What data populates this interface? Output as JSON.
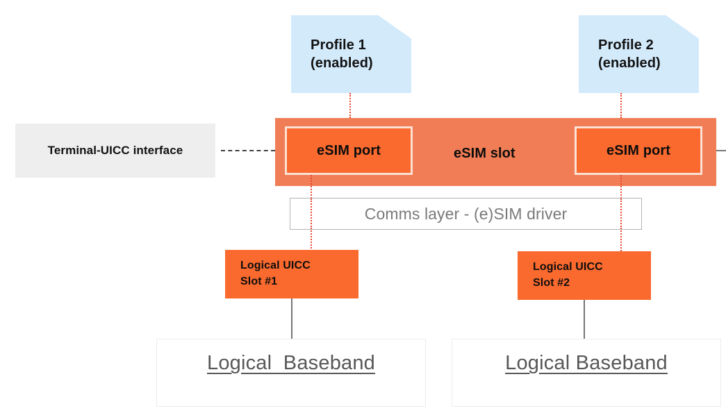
{
  "diagram": {
    "title": "eSIM slot with two eSIM ports mapped to logical UICC slots and basebands",
    "colors": {
      "profile_fill": "#d3eafb",
      "slot_band_fill": "#f07d55",
      "port_fill": "#fa6a2e",
      "port_border": "#fbe0d4",
      "terminal_fill": "#eeeeee",
      "uicc_fill": "#fa6a2e",
      "comms_border": "#b3b3b3",
      "comms_text": "#7a7a7a",
      "baseband_text": "#575757",
      "baseband_border": "#ececec",
      "dotted_connector": "#e8442e",
      "dashed_connector": "#3c3c3c",
      "solid_connector": "#767676"
    },
    "profiles": [
      {
        "label": "Profile 1\n(enabled)",
        "state": "enabled"
      },
      {
        "label": "Profile 2\n(enabled)",
        "state": "enabled"
      }
    ],
    "terminal_interface": {
      "label": "Terminal-UICC interface"
    },
    "slot": {
      "label": "eSIM slot",
      "ports": [
        {
          "label": "eSIM port"
        },
        {
          "label": "eSIM port"
        }
      ]
    },
    "comms_layer": {
      "label": "Comms layer - (e)SIM driver"
    },
    "uicc_slots": [
      {
        "label": "Logical UICC\nSlot #1"
      },
      {
        "label": "Logical UICC\nSlot #2"
      }
    ],
    "basebands": [
      {
        "label": "Logical  Baseband"
      },
      {
        "label": "Logical Baseband"
      }
    ]
  }
}
